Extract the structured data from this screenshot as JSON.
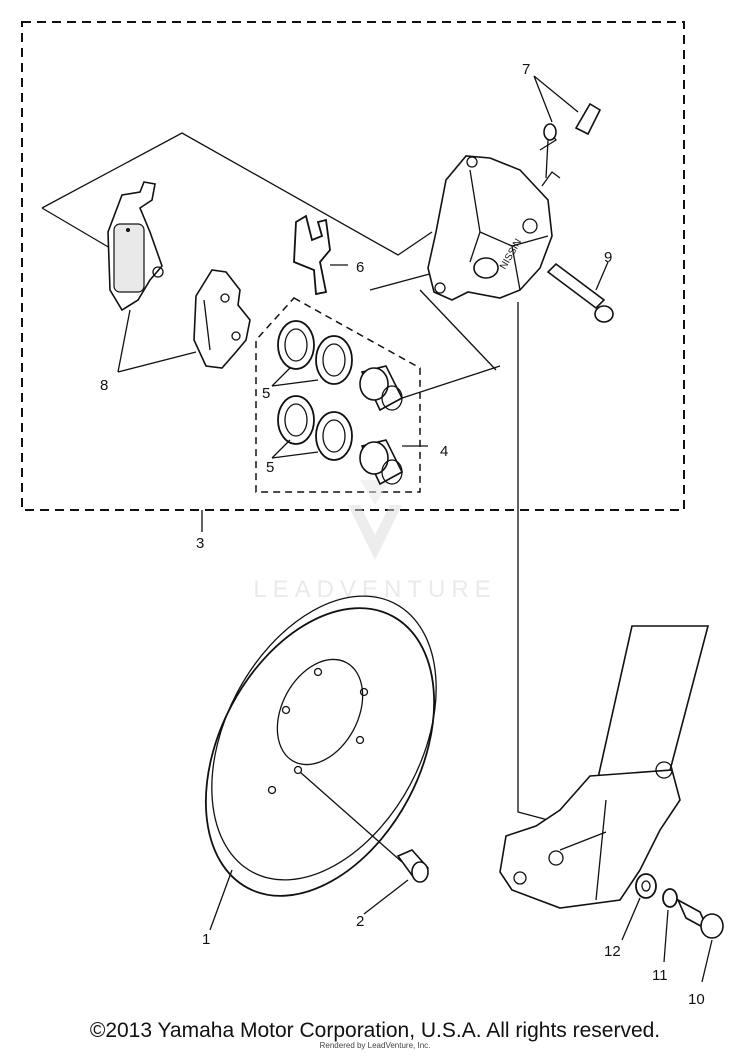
{
  "diagram": {
    "watermark": "LEADVENTURE",
    "callouts": [
      "1",
      "2",
      "3",
      "4",
      "5",
      "5",
      "6",
      "7",
      "8",
      "9",
      "12",
      "11",
      "10"
    ]
  },
  "footer": {
    "copyright": "©2013 Yamaha Motor Corporation, U.S.A. All rights reserved.",
    "rendered_by": "Rendered by LeadVenture, Inc."
  }
}
